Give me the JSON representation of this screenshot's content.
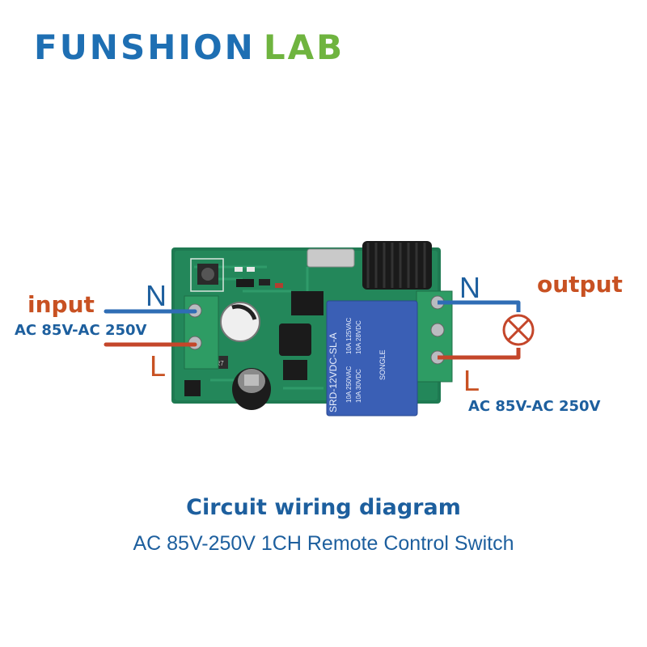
{
  "brand": {
    "word1": "FUNSHION",
    "word2": "LAB"
  },
  "input": {
    "label": "input",
    "voltage": "AC 85V-AC 250V",
    "neutral": "N",
    "live": "L"
  },
  "output": {
    "label": "output",
    "voltage": "AC 85V-AC 250V",
    "neutral": "N",
    "live": "L"
  },
  "relay": {
    "brand": "SONGLE",
    "model": "SRD-12VDC-SL-A",
    "rating1": "10A 250VAC",
    "rating2": "10A 125VAC",
    "rating3": "10A 30VDC",
    "rating4": "10A 28VDC"
  },
  "board": {
    "marking": "4R7"
  },
  "caption": {
    "title": "Circuit wiring diagram",
    "subtitle": "AC 85V-250V 1CH Remote Control Switch"
  },
  "colors": {
    "neutral_wire": "#2f6db5",
    "live_wire": "#c4462a",
    "pcb": "#1f7a52",
    "relay": "#3a5fb5",
    "terminal": "#2e9c64"
  },
  "icons": [
    "lamp-icon",
    "antenna-coil-icon",
    "push-button-icon"
  ]
}
